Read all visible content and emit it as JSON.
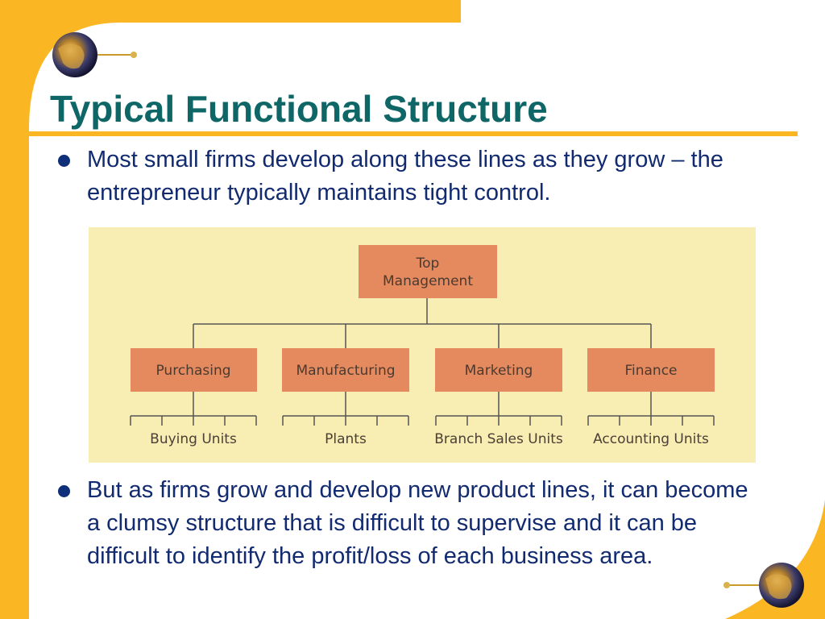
{
  "slide": {
    "title": "Typical Functional Structure",
    "bullets": [
      "Most small firms develop along these lines as they grow – the entrepreneur typically maintains tight control.",
      "But as firms grow and develop new product lines, it can become a clumsy structure that is difficult to supervise and it can be difficult to identify the profit/loss of each business area."
    ]
  },
  "org_chart": {
    "top": [
      "Top",
      "Management"
    ],
    "departments": [
      {
        "name": "Purchasing",
        "units": "Buying Units"
      },
      {
        "name": "Manufacturing",
        "units": "Plants"
      },
      {
        "name": "Marketing",
        "units": "Branch Sales Units"
      },
      {
        "name": "Finance",
        "units": "Accounting Units"
      }
    ]
  },
  "colors": {
    "title": "#0f6666",
    "text": "#112a70",
    "accent_orange": "#fbb624",
    "chart_background": "#f8edb3",
    "node_fill": "#e58a5e"
  },
  "icons": [
    "globe-icon",
    "globe-icon"
  ]
}
